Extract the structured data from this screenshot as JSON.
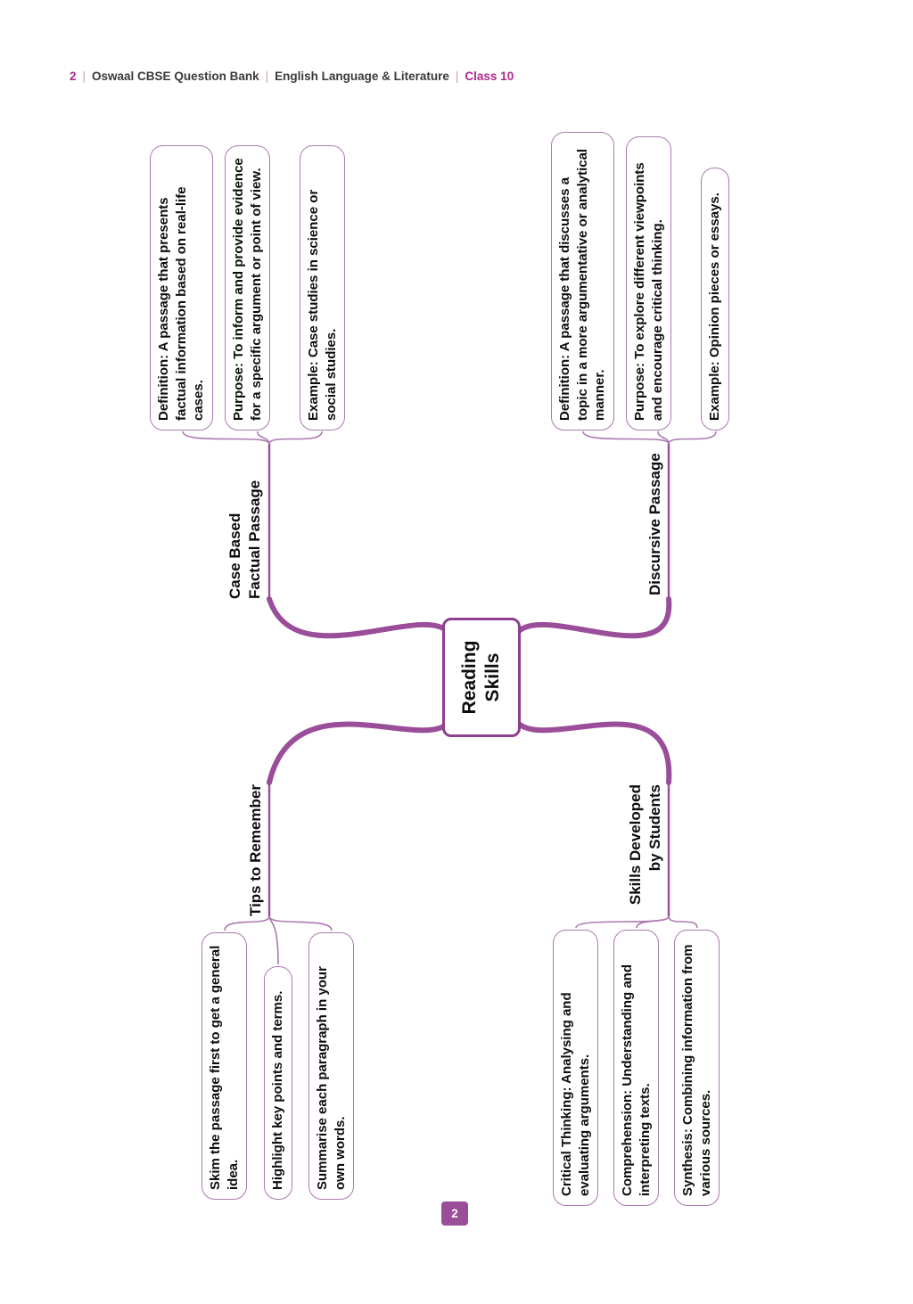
{
  "header": {
    "page_no": "2",
    "sep": "|",
    "book": "Oswaal CBSE Question Bank",
    "subject": "English Language & Literature",
    "class_label": "Class 10"
  },
  "mindmap": {
    "center": {
      "lines": [
        "Reading",
        "Skills"
      ]
    },
    "branches": [
      {
        "label_lines": [
          "Case Based",
          "Factual Passage"
        ],
        "leaves": [
          "Definition: A passage that presents factual information based on real-life cases.",
          "Purpose: To inform and provide evidence for a specific argument or point of view.",
          "Example: Case studies in science or social studies."
        ]
      },
      {
        "label_lines": [
          "Discursive Passage"
        ],
        "leaves": [
          "Definition: A passage that discusses a topic in a more argumentative or analytical manner.",
          "Purpose: To explore different viewpoints and encourage critical thinking.",
          "Example: Opinion pieces or essays."
        ]
      },
      {
        "label_lines": [
          "Tips to Remember"
        ],
        "leaves": [
          "Skim the passage first to get a general idea.",
          "Highlight key points and terms.",
          "Summarise each paragraph in your own words."
        ]
      },
      {
        "label_lines": [
          "Skills Developed",
          "by Students"
        ],
        "leaves": [
          "Critical Thinking: Analysing and evaluating arguments.",
          "Comprehension: Understanding and interpreting texts.",
          "Synthesis: Combining information from various sources."
        ]
      }
    ]
  },
  "footer": {
    "page_no": "2"
  },
  "colors": {
    "branch_purple": "#9a4d98",
    "leaf_outline": "#ab79b0",
    "accent_magenta": "#b0268c"
  }
}
